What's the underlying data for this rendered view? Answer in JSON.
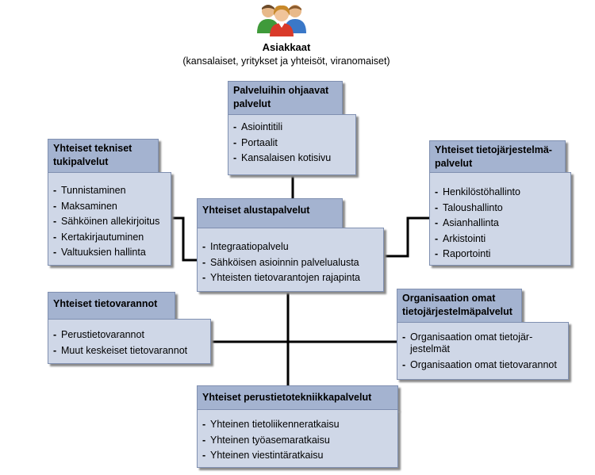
{
  "customers": {
    "icon": "people-group-icon",
    "title": "Asiakkaat",
    "subtitle": "(kansalaiset, yritykset ja yhteisöt, viranomaiset)"
  },
  "boxes": {
    "ohjaavat": {
      "title": "Palveluihin ohjaavat palvelut",
      "items": [
        "Asiointitili",
        "Portaalit",
        "Kansalaisen kotisivu"
      ]
    },
    "tekniset": {
      "title": "Yhteiset tekniset tukipalvelut",
      "items": [
        "Tunnistaminen",
        "Maksaminen",
        "Sähköinen allekirjoitus",
        "Kertakirjautuminen",
        "Valtuuksien hallinta"
      ]
    },
    "tietojarjestelma": {
      "title": "Yhteiset tietojärjestelmä-palvelut",
      "items": [
        "Henkilöstöhallinto",
        "Taloushallinto",
        "Asianhallinta",
        "Arkistointi",
        "Raportointi"
      ]
    },
    "alusta": {
      "title": "Yhteiset alustapalvelut",
      "items": [
        "Integraatiopalvelu",
        "Sähköisen asioinnin palvelualusta",
        "Yhteisten tietovarantojen  rajapinta"
      ]
    },
    "tietovarannot": {
      "title": "Yhteiset tietovarannot",
      "items": [
        "Perustietovarannot",
        "Muut keskeiset tietovarannot"
      ]
    },
    "organisaatio": {
      "title": "Organisaation omat tietojärjestelmäpalvelut",
      "items": [
        "Organisaation omat tietojär-jestelmät",
        "Organisaation omat tietovarannot"
      ]
    },
    "perustieto": {
      "title": "Yhteiset perustietotekniikkapalvelut",
      "items": [
        "Yhteinen tietoliikenneratkaisu",
        "Yhteinen työasemaratkaisu",
        "Yhteinen viestintäratkaisu"
      ]
    }
  },
  "colors": {
    "header_fill": "#a4b3d0",
    "body_fill": "#cfd7e7",
    "border": "#7f8fb0",
    "connector": "#000000"
  }
}
